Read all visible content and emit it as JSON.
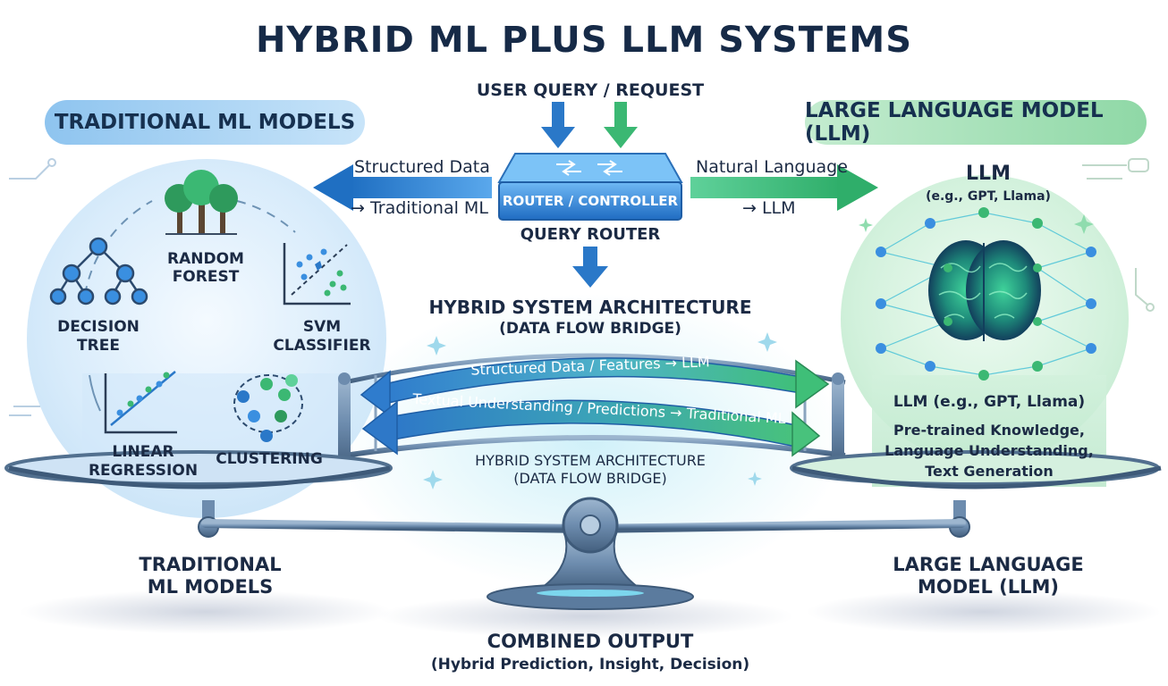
{
  "title": "HYBRID ML PLUS LLM SYSTEMS",
  "user_query": "USER QUERY / REQUEST",
  "router": {
    "box_label": "ROUTER / CONTROLLER",
    "caption": "QUERY ROUTER",
    "left_top": "Structured Data",
    "left_bottom": "→ Traditional ML",
    "right_top": "Natural Language",
    "right_bottom": "→ LLM"
  },
  "left": {
    "header": "TRADITIONAL ML MODELS",
    "models": {
      "random_forest": [
        "RANDOM",
        "FOREST"
      ],
      "decision_tree": [
        "DECISION",
        "TREE"
      ],
      "svm": [
        "SVM",
        "CLASSIFIER"
      ],
      "linear_regression": [
        "LINEAR",
        "REGRESSION"
      ],
      "clustering": "CLUSTERING"
    },
    "footer": [
      "TRADITIONAL",
      "ML MODELS"
    ]
  },
  "right": {
    "header": "LARGE LANGUAGE MODEL (LLM)",
    "llm_title": "LLM",
    "llm_sub": "(e.g., GPT, Llama)",
    "panel_title": "LLM (e.g., GPT, Llama)",
    "panel_lines": [
      "Pre-trained Knowledge,",
      "Language Understanding,",
      "Text Generation"
    ],
    "footer": [
      "LARGE LANGUAGE",
      "MODEL (LLM)"
    ]
  },
  "bridge": {
    "title": [
      "HYBRID SYSTEM ARCHITECTURE",
      "(DATA FLOW BRIDGE)"
    ],
    "arrow_top": "Structured Data / Features → LLM",
    "arrow_bottom": "Textual Understanding / Predictions → Traditional ML",
    "caption": [
      "HYBRID SYSTEM ARCHITECTURE",
      "(DATA FLOW BRIDGE)"
    ]
  },
  "output": {
    "title": "COMBINED OUTPUT",
    "sub": "(Hybrid Prediction, Insight, Decision)"
  },
  "colors": {
    "ml_blue": "#2f7ccd",
    "llm_green": "#3fbf78",
    "dark_text": "#1b2a44",
    "router_blue": "#3a8fe0",
    "scale_metal": "#5b7b9e"
  }
}
